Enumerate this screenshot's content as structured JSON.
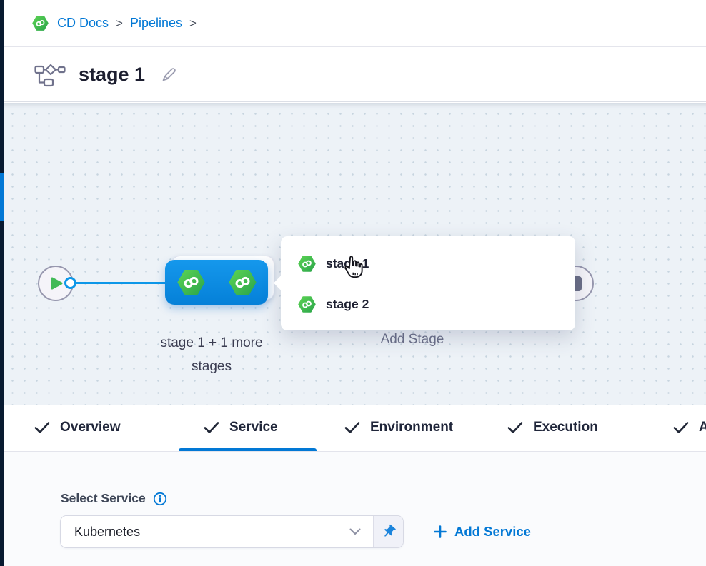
{
  "breadcrumb": {
    "separator": ">",
    "items": [
      "CD Docs",
      "Pipelines"
    ]
  },
  "header": {
    "title": "stage 1"
  },
  "canvas": {
    "stage_group_label": "stage 1 + 1 more stages",
    "add_stage_label": "Add Stage",
    "stage_menu": {
      "items": [
        {
          "label": "stage 1"
        },
        {
          "label": "stage 2"
        }
      ]
    }
  },
  "tabs": {
    "items": [
      {
        "label": "Overview",
        "checked": true,
        "active": false
      },
      {
        "label": "Service",
        "checked": true,
        "active": true
      },
      {
        "label": "Environment",
        "checked": true,
        "active": false
      },
      {
        "label": "Execution",
        "checked": true,
        "active": false
      },
      {
        "label": "Advanced",
        "checked": true,
        "active": false
      }
    ]
  },
  "service_panel": {
    "label": "Select Service",
    "service_select": {
      "value": "Kubernetes"
    },
    "add_service_label": "Add Service"
  },
  "colors": {
    "primary_blue": "#0278d5",
    "stage_node_blue": "#0b8fe4",
    "harness_green": "#42ba57",
    "canvas_background": "#edf2f7",
    "nav_rail_dark": "#081a30"
  }
}
